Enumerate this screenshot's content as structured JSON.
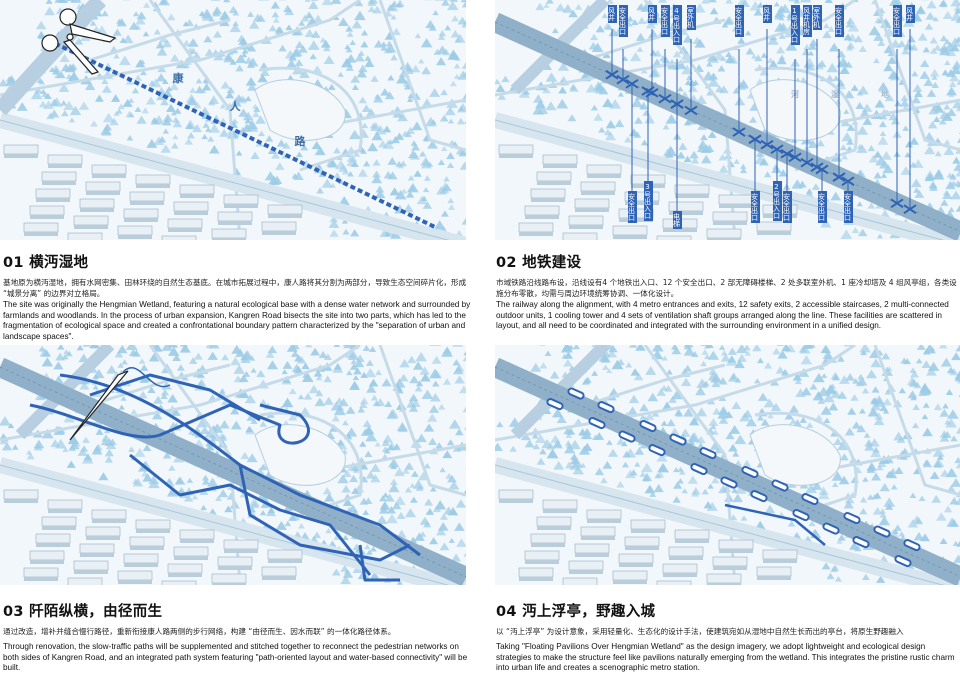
{
  "colors": {
    "accent": "#2f63b5",
    "road": "#a9c6da",
    "tree": "#9ccbe6",
    "background": "#f2f7fb"
  },
  "panels": [
    {
      "title": "01 横沔湿地",
      "cn": "基地原为横沔湿地，拥有水网密集、田林环绕的自然生态基底。在城市拓展过程中，康人路将其分割为两部分，导致生态空间碎片化，形成 “城景分离” 的边界对立格局。",
      "en": "The site was originally the Hengmian Wetland, featuring a natural ecological base with a dense water network and surrounded by farmlands and woodlands. In the process of urban expansion, Kangren Road bisects the site into two parts, which has led to the fragmentation of ecological space and created a confrontational boundary pattern characterized by the \"separation of urban and landscape spaces\".",
      "road_label": [
        "康",
        "人",
        "路"
      ],
      "icon": "scissors-icon"
    },
    {
      "title": "02 地铁建设",
      "cn": "市域铁路沿线路布设，沿线设有4 个地铁出入口、12 个安全出口、2 部无障碍楼梯、2 处多联室外机、1 座冷却塔及 4 组风亭组，各类设施分布零散，均需与周边环境统筹协调、一体化设计。",
      "en": "The railway  along the alignment, with 4 metro entrances and exits, 12 safety exits, 2 accessible staircases, 2 multi-connected outdoor units, 1 cooling tower and 4 sets of ventilation shaft groups arranged along the line. These facilities are scattered in layout, and all need to be coordinated and integrated with the surrounding environment in a unified design.",
      "top_labels": [
        "风井",
        "安全出口",
        "风井",
        "安全出口",
        "4号出入口",
        "室外机",
        "安全出口",
        "风井",
        "1号出入口",
        "风井机房",
        "室外机",
        "安全出口",
        "安全出口",
        "风井"
      ],
      "bottom_labels": [
        "安全出口",
        "3号出入口",
        "电梯",
        "安全出口",
        "2号出入口",
        "安全出口",
        "安全出口",
        "安全出口"
      ],
      "wetland_label": [
        "河",
        "湿",
        "地"
      ]
    },
    {
      "title": "03 阡陌纵横，由径而生",
      "cn": "通过改造，增补并缝合慢行路径，重新衔接康人路两侧的步行网络，构建 “由径而生、因水而联” 的一体化路径体系。",
      "en": " Through renovation, the slow-traffic paths will be supplemented and stitched together to reconnect the pedestrian networks on both sides of Kangren Road, and an integrated path system featuring \"path-oriented layout and water-based connectivity\" will be built.",
      "icon": "needle-icon"
    },
    {
      "title": "04 沔上浮亭，野趣入城",
      "cn": "以 “沔上浮亭” 为设计意象，采用轻量化、生态化的设计手法，使建筑宛如从湿地中自然生长而出的亭台，将原生野趣融入",
      "en": "Taking \"Floating Pavilions Over Hengmian Wetland\" as the design imagery, we adopt lightweight and ecological design strategies to make the structure feel like pavilions naturally emerging from the wetland. This integrates the pristine rustic charm into urban life and creates a scenographic metro station."
    }
  ]
}
